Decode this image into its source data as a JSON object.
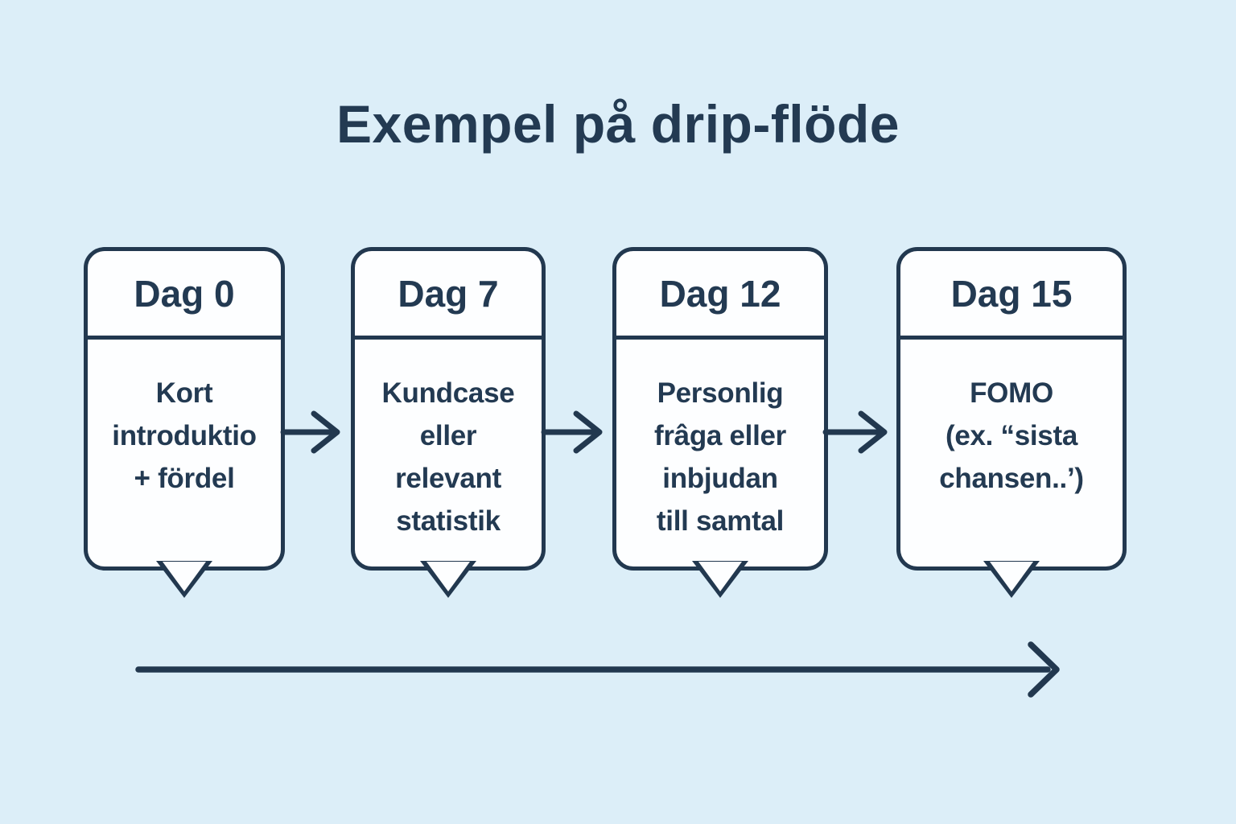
{
  "title": "Exempel på drip-flöde",
  "colors": {
    "background": "#dceef8",
    "stroke_navy": "#22384f",
    "card_fill": "#fdfeff",
    "text_navy": "#233a52"
  },
  "steps": [
    {
      "day": "Dag 0",
      "lines": [
        "Kort",
        "introduktio",
        "+ fördel"
      ]
    },
    {
      "day": "Dag 7",
      "lines": [
        "Kundcase",
        "eller",
        "relevant",
        "statistik"
      ]
    },
    {
      "day": "Dag 12",
      "lines": [
        "Personlig",
        "frâga eller",
        "inbjudan",
        "till samtal"
      ]
    },
    {
      "day": "Dag 15",
      "lines": [
        "FOMO",
        "(ex. “sista",
        "chansen..’)"
      ]
    }
  ],
  "icons": {
    "step_arrow": "right-arrow",
    "timeline_arrow": "right-arrow"
  }
}
